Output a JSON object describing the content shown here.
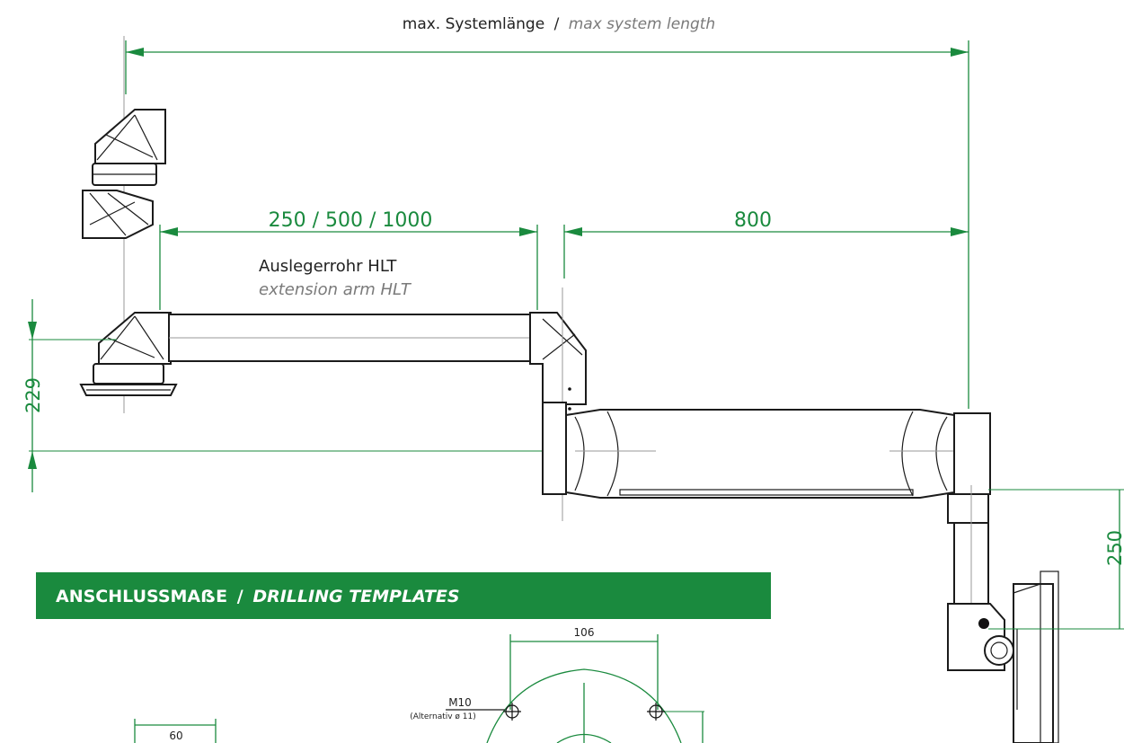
{
  "header": {
    "title_de": "max. Systemlänge",
    "separator": "/",
    "title_en": "max system length"
  },
  "dimensions": {
    "arm_length": "250 / 500 / 1000",
    "second_arm": "800",
    "height_left": "229",
    "height_right": "250"
  },
  "arm_label": {
    "de": "Auslegerrohr HLT",
    "en": "extension arm HLT"
  },
  "banner": {
    "de": "ANSCHLUSSMAẞE",
    "separator": "/",
    "en": "DRILLING TEMPLATES"
  },
  "template": {
    "width_label": "106",
    "thread_label": "M10",
    "alt_label": "(Alternativ ø 11)",
    "left_label": "60"
  },
  "colors": {
    "accent": "#1a8a3e",
    "banner_bg": "#1a8a3e",
    "line": "#1b1b1b",
    "centerline": "#9a9a9a"
  }
}
